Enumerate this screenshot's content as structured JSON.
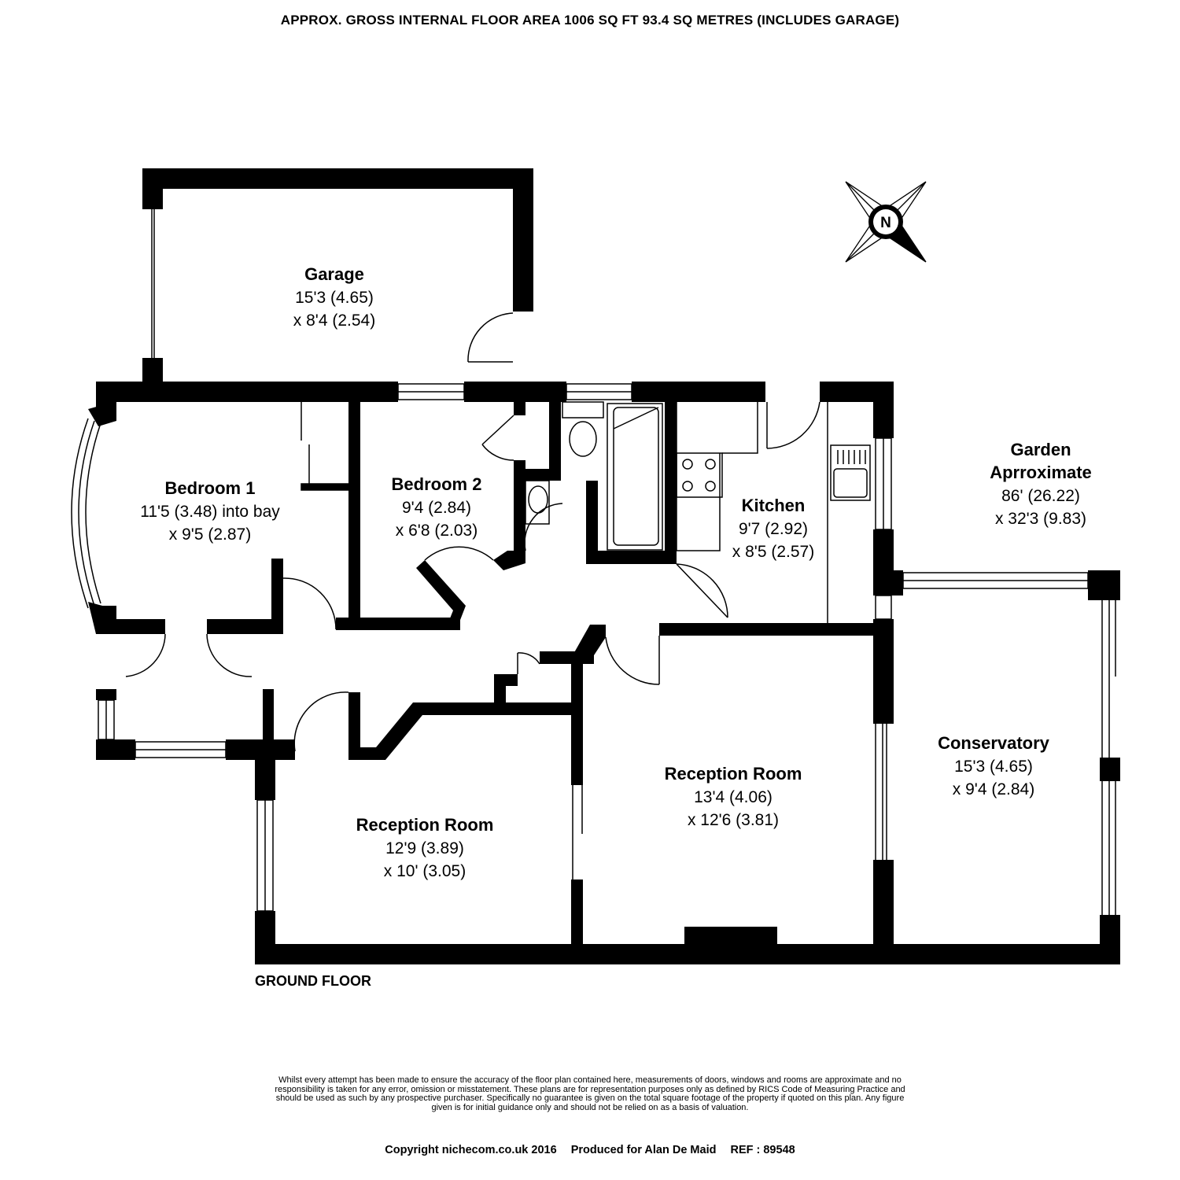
{
  "header": {
    "title": "APPROX. GROSS INTERNAL FLOOR AREA 1006 SQ FT 93.4 SQ METRES (INCLUDES GARAGE)"
  },
  "rooms": [
    {
      "name": "Garage",
      "dim1": "15'3 (4.65)",
      "dim2": "x 8'4 (2.54)"
    },
    {
      "name": "Bedroom 1",
      "dim1": "11'5 (3.48) into bay",
      "dim2": "x 9'5 (2.87)"
    },
    {
      "name": "Bedroom 2",
      "dim1": "9'4 (2.84)",
      "dim2": "x 6'8 (2.03)"
    },
    {
      "name": "Kitchen",
      "dim1": "9'7 (2.92)",
      "dim2": "x 8'5 (2.57)"
    },
    {
      "name": "Garden",
      "name2": "Aprroximate",
      "dim1": "86' (26.22)",
      "dim2": "x 32'3 (9.83)"
    },
    {
      "name": "Conservatory",
      "dim1": "15'3 (4.65)",
      "dim2": "x 9'4 (2.84)"
    },
    {
      "name": "Reception Room",
      "dim1": "13'4 (4.06)",
      "dim2": "x 12'6 (3.81)"
    },
    {
      "name": "Reception Room",
      "dim1": "12'9 (3.89)",
      "dim2": "x 10' (3.05)"
    }
  ],
  "compass": {
    "label": "N",
    "icon": "north-compass-icon"
  },
  "floor_label": "GROUND FLOOR",
  "disclaimer": "Whilst every attempt has been made to ensure the accuracy of the floor plan contained here, measurements of doors, windows and rooms are approximate and no responsibility is taken for any error, omission or misstatement. These plans are for representation purposes only as defined by RICS Code of Measuring Practice and should be used as such by any prospective purchaser. Specifically no guarantee is given on the total square footage of the property if quoted on this plan. Any figure given is for initial guidance only and should not be relied on as a basis of valuation.",
  "footer": {
    "copyright": "Copyright nichecom.co.uk 2016",
    "produced_for": "Produced for Alan De Maid",
    "ref": "REF :  89548"
  },
  "colors": {
    "wall": "#000000",
    "background": "#ffffff",
    "fixture_line": "#000000"
  }
}
